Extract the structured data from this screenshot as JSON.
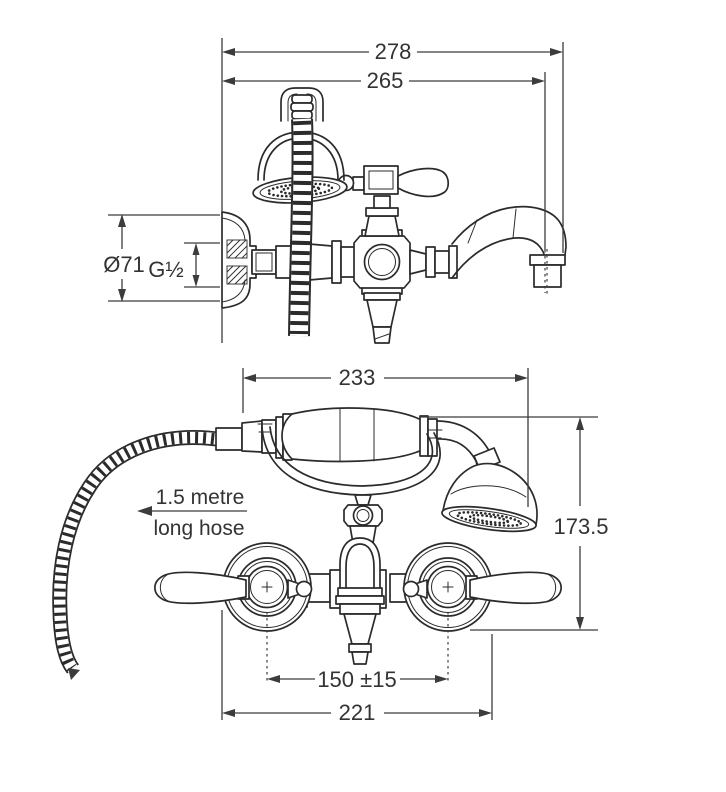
{
  "drawing": {
    "kind": "technical dimension drawing",
    "subject": "wall-mounted bath shower mixer with hand shower on cradle",
    "units": "mm",
    "colors": {
      "line": "#2b2b2b",
      "dimension": "#3c3c3c",
      "text": "#333333",
      "background": "#ffffff"
    }
  },
  "labels": {
    "dim_overall_reach": "278",
    "dim_spout_reach": "265",
    "dim_flange_diameter": "Ø71",
    "dim_inlet_thread": "G½",
    "dim_overall_width": "233",
    "dim_overall_height": "173.5",
    "dim_inlet_centres": "150 ±15",
    "dim_body_width": "221",
    "hose_note_line1": "1.5 metre",
    "hose_note_line2": "long hose"
  }
}
